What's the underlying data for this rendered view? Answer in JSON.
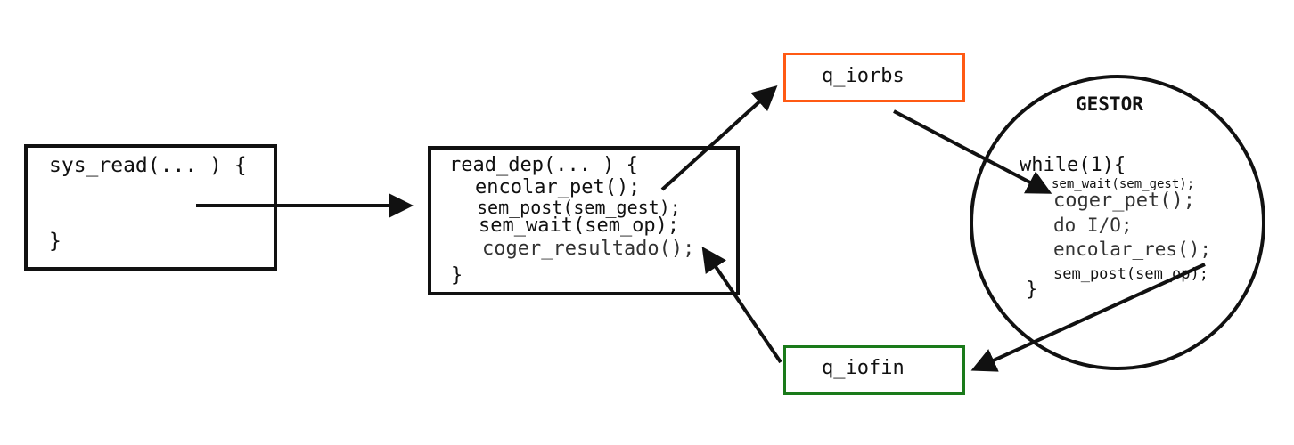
{
  "sys_read": {
    "header": "sys_read(... ) {",
    "close": "}"
  },
  "read_dep": {
    "header": "read_dep(... ) {",
    "lines": [
      "encolar_pet();",
      "sem_post(sem_gest);",
      "sem_wait(sem_op);",
      "coger_resultado();"
    ],
    "close": "}"
  },
  "queues": {
    "iorbs": {
      "label": "q_iorbs",
      "color": "#ff5a14"
    },
    "iofin": {
      "label": "q_iofin",
      "color": "#1a7a1a"
    }
  },
  "gestor": {
    "title": "GESTOR",
    "loop": "while(1){",
    "lines": [
      "sem_wait(sem_gest);",
      "coger_pet();",
      "do I/O;",
      "encolar_res();",
      "sem_post(sem_op);"
    ],
    "close": "}"
  }
}
